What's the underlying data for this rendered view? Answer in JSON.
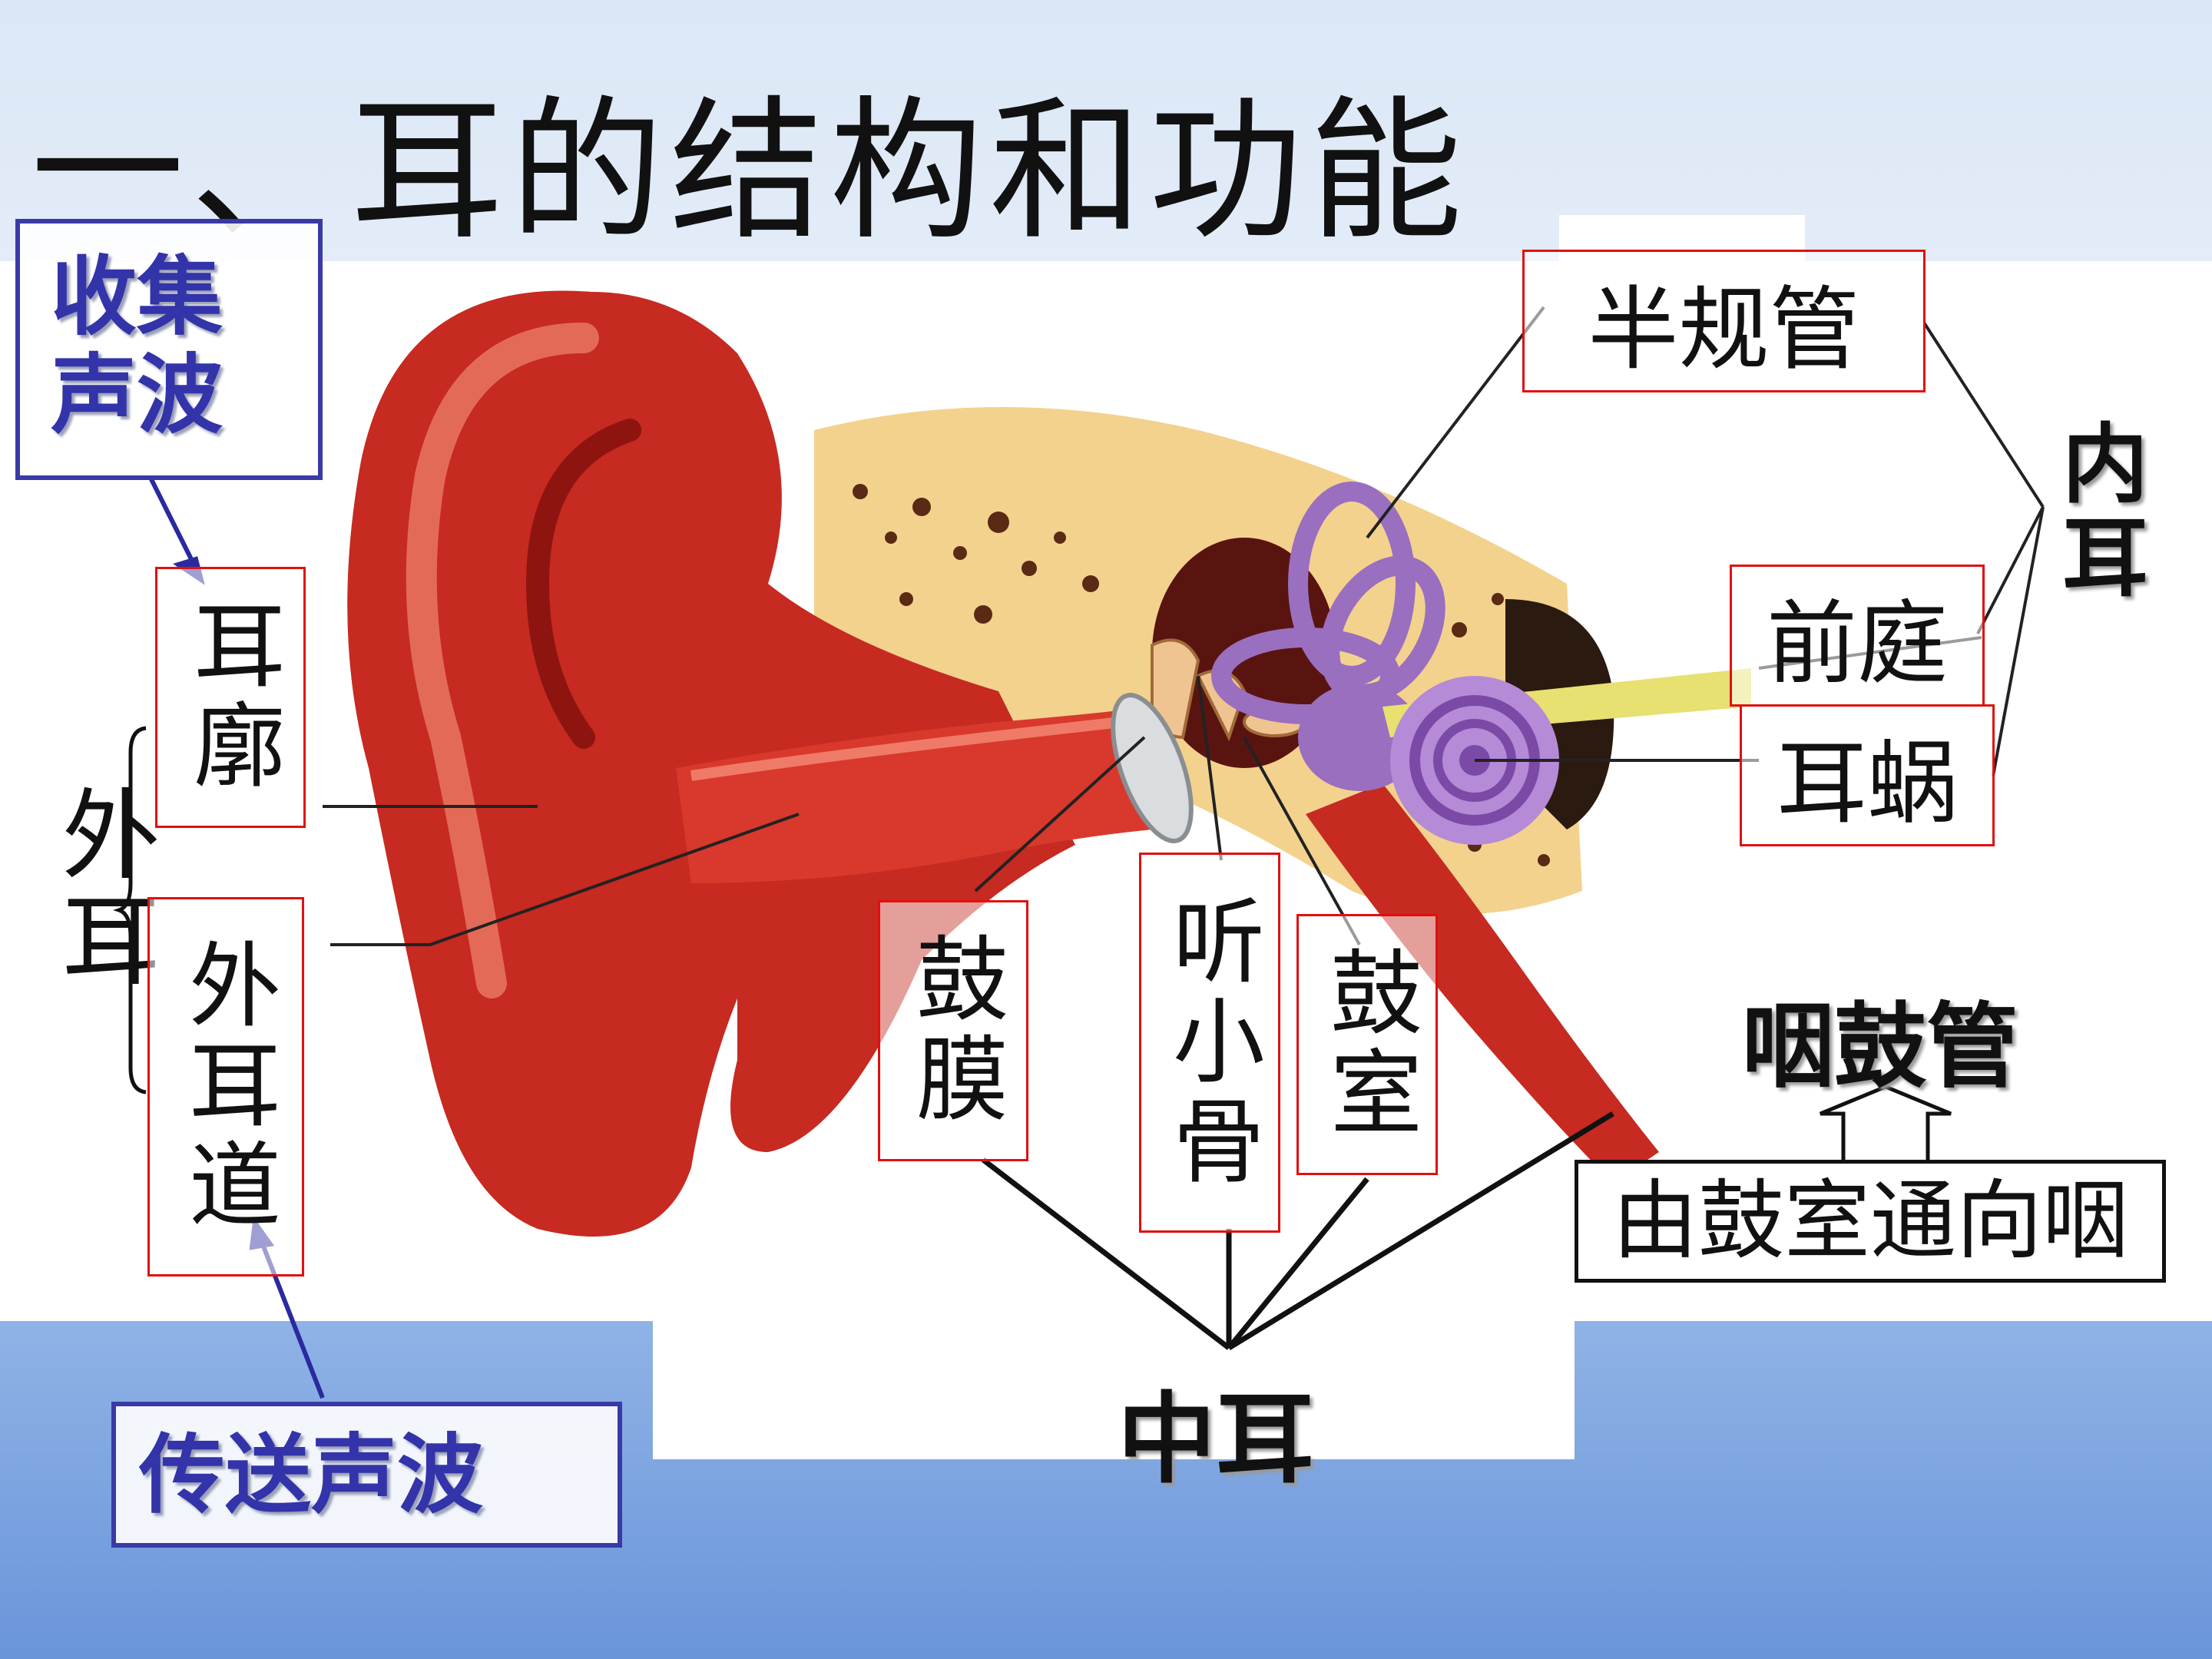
{
  "title": "一、耳的结构和功能",
  "outer_ear": {
    "group_label": "外耳",
    "pinna": "耳廓",
    "canal": "外耳道",
    "pinna_function": "收集声波",
    "canal_function": "传送声波"
  },
  "middle_ear": {
    "group_label": "中耳",
    "eardrum": "鼓膜",
    "ossicles": "听小骨",
    "tympanic_cavity": "鼓室"
  },
  "inner_ear": {
    "group_label": "内耳",
    "semicircular_canals": "半规管",
    "vestibule": "前庭",
    "cochlea": "耳蜗"
  },
  "eustachian": {
    "label": "咽鼓管",
    "description": "由鼓室通向咽"
  },
  "colors": {
    "label_border": "#e01010",
    "function_box": "#3a3aa6",
    "ear_red": "#c62a20",
    "ear_dark": "#8e1410",
    "bone": "#f3d28e",
    "inner_ear": "#9a6fc0"
  }
}
